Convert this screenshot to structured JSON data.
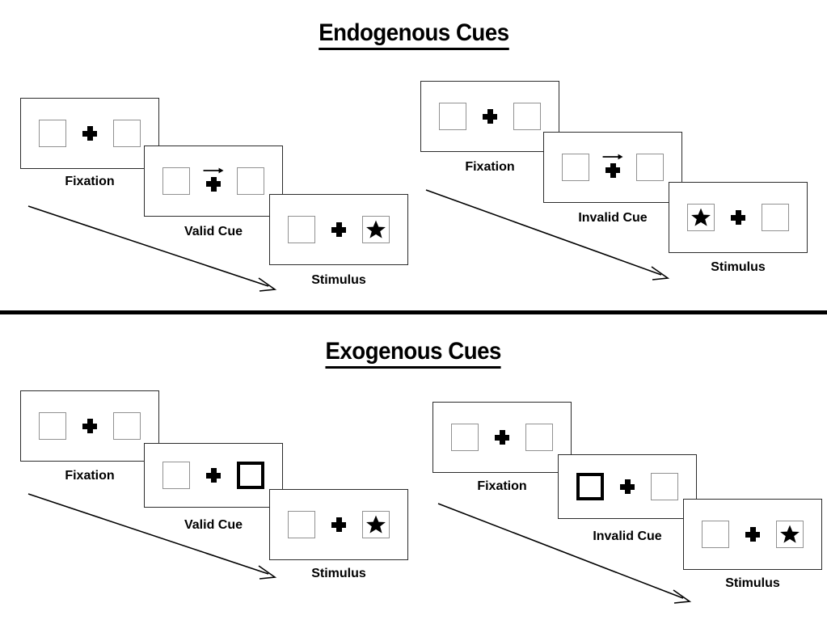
{
  "figure": {
    "title_top": "Endogenous Cues",
    "title_bottom": "Exogenous Cues"
  },
  "labels": {
    "fixation": "Fixation",
    "valid_cue": "Valid Cue",
    "invalid_cue": "Invalid Cue",
    "stimulus": "Stimulus"
  },
  "colors": {
    "panel_border": "#2b2b2b",
    "box_border": "#919191",
    "cue_border": "#000000",
    "ink": "#000000",
    "background": "#ffffff"
  },
  "icons": {
    "fixation_cross": "plus-icon",
    "cue_arrow": "arrow-right-icon",
    "target": "star-icon",
    "flow": "arrow-diagonal-icon"
  },
  "sections": [
    {
      "id": "endogenous",
      "title": "Endogenous Cues",
      "cue_type": "arrow",
      "conditions": [
        {
          "id": "endogenous-valid",
          "cue_label": "Valid Cue",
          "frames": [
            {
              "id": "fixation",
              "label": "Fixation",
              "cue": "none",
              "target": "none"
            },
            {
              "id": "cue",
              "label": "Valid Cue",
              "cue": "arrow-right",
              "target": "none"
            },
            {
              "id": "stimulus",
              "label": "Stimulus",
              "cue": "none",
              "target": "right"
            }
          ]
        },
        {
          "id": "endogenous-invalid",
          "cue_label": "Invalid Cue",
          "frames": [
            {
              "id": "fixation",
              "label": "Fixation",
              "cue": "none",
              "target": "none"
            },
            {
              "id": "cue",
              "label": "Invalid Cue",
              "cue": "arrow-right",
              "target": "none"
            },
            {
              "id": "stimulus",
              "label": "Stimulus",
              "cue": "none",
              "target": "left"
            }
          ]
        }
      ]
    },
    {
      "id": "exogenous",
      "title": "Exogenous Cues",
      "cue_type": "box-flash",
      "conditions": [
        {
          "id": "exogenous-valid",
          "cue_label": "Valid Cue",
          "frames": [
            {
              "id": "fixation",
              "label": "Fixation",
              "cue": "none",
              "target": "none"
            },
            {
              "id": "cue",
              "label": "Valid Cue",
              "cue": "box-right",
              "target": "none"
            },
            {
              "id": "stimulus",
              "label": "Stimulus",
              "cue": "none",
              "target": "right"
            }
          ]
        },
        {
          "id": "exogenous-invalid",
          "cue_label": "Invalid Cue",
          "frames": [
            {
              "id": "fixation",
              "label": "Fixation",
              "cue": "none",
              "target": "none"
            },
            {
              "id": "cue",
              "label": "Invalid Cue",
              "cue": "box-left",
              "target": "none"
            },
            {
              "id": "stimulus",
              "label": "Stimulus",
              "cue": "none",
              "target": "right"
            }
          ]
        }
      ]
    }
  ]
}
